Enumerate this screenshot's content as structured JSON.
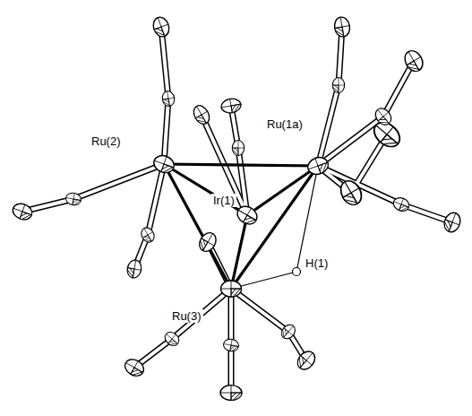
{
  "diagram": {
    "labels": [
      "Ru(2)",
      "Ru(1a)",
      "Ir(1)",
      "Ru(3)",
      "H(1)"
    ]
  }
}
